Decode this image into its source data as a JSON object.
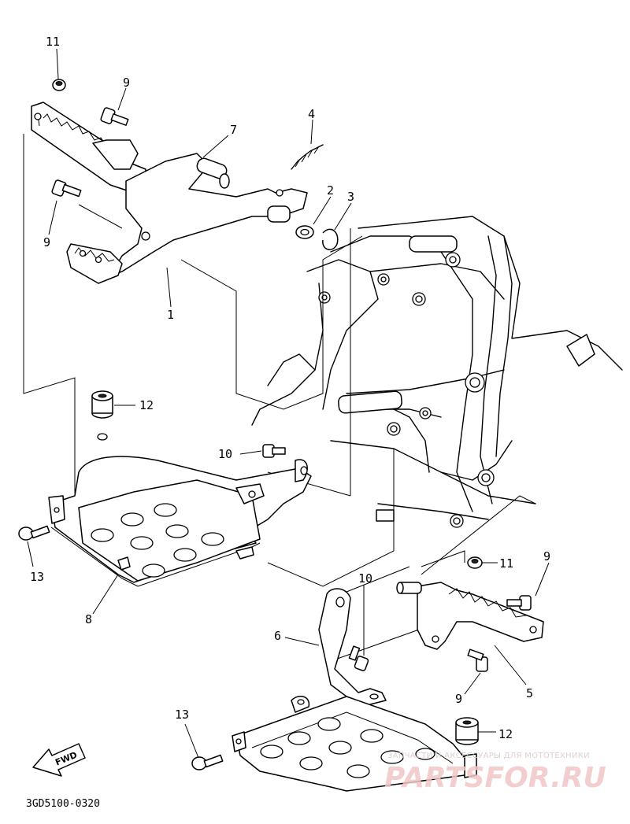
{
  "callouts": {
    "c1": "1",
    "c2": "2",
    "c3": "3",
    "c4": "4",
    "c5": "5",
    "c6": "6",
    "c7": "7",
    "c8": "8",
    "c9a": "9",
    "c9b": "9",
    "c9c": "9",
    "c9d": "9",
    "c10a": "10",
    "c10b": "10",
    "c11a": "11",
    "c11b": "11",
    "c12a": "12",
    "c12b": "12",
    "c13a": "13",
    "c13b": "13"
  },
  "diagram_code": "3GD5100-0320",
  "direction_badge": "FWD",
  "watermark": {
    "top_line": "ЗАПЧАСТИ И АКСЕССУАРЫ ДЛЯ МОТОТЕХНИКИ",
    "brand": "PARTSFOR.RU"
  }
}
